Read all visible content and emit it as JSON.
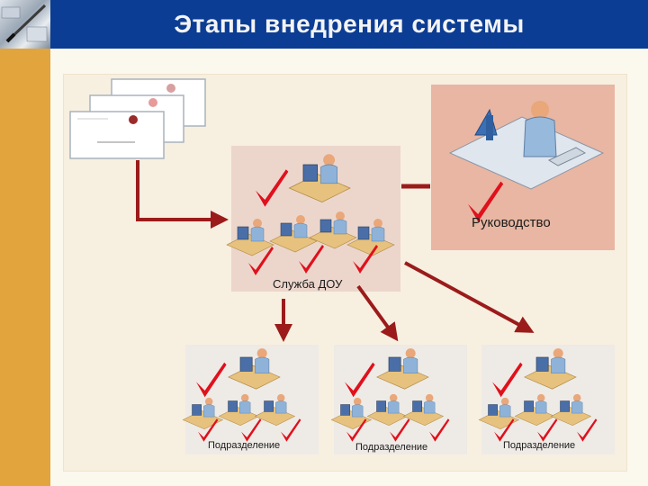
{
  "slide": {
    "title": "Этапы внедрения системы"
  },
  "nodes": {
    "management": "Руководство",
    "service": "Служба ДОУ",
    "subdivisions": [
      "Подразделение",
      "Подразделение",
      "Подразделение"
    ]
  },
  "colors": {
    "header": "#0b3d94",
    "side_strip": "#e2a43c",
    "arrow": "#9b1b1b",
    "check": "#e0101c",
    "management_panel": "#e8b6a2",
    "service_panel": "#ecd6cc",
    "subdivision_panel": "#eeeae6"
  }
}
